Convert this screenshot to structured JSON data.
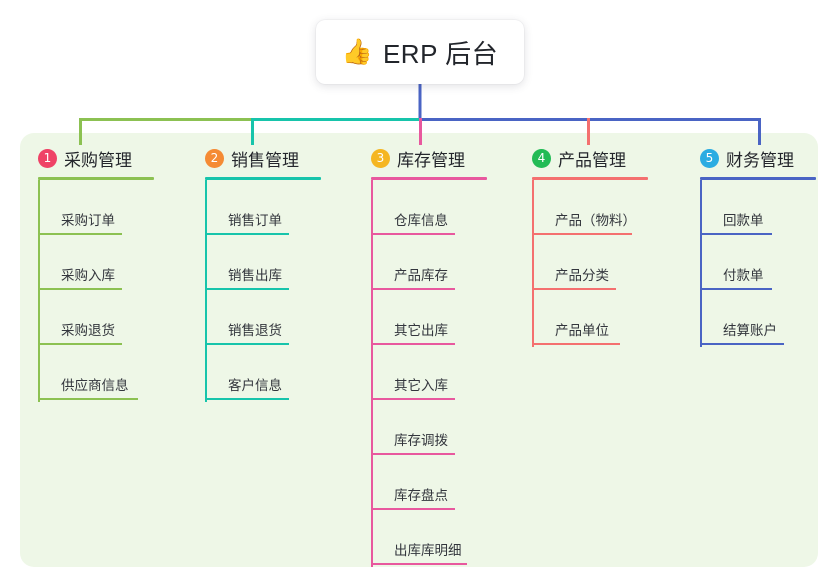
{
  "diagram": {
    "type": "mindmap",
    "root": {
      "icon": "thumbs-up-icon",
      "emoji": "👍",
      "title": "ERP 后台"
    },
    "panel_color": "#eef7e7",
    "branches": [
      {
        "number": "1",
        "badge_color": "#ef4266",
        "line_color": "#8cc152",
        "title": "采购管理",
        "rule_width": 116,
        "spine_height": 222,
        "items": [
          {
            "label": "采购订单",
            "rule_width": 84
          },
          {
            "label": "采购入库",
            "rule_width": 84
          },
          {
            "label": "采购退货",
            "rule_width": 84
          },
          {
            "label": "供应商信息",
            "rule_width": 100
          }
        ]
      },
      {
        "number": "2",
        "badge_color": "#f58b34",
        "line_color": "#17c4ab",
        "title": "销售管理",
        "rule_width": 116,
        "spine_height": 222,
        "items": [
          {
            "label": "销售订单",
            "rule_width": 84
          },
          {
            "label": "销售出库",
            "rule_width": 84
          },
          {
            "label": "销售退货",
            "rule_width": 84
          },
          {
            "label": "客户信息",
            "rule_width": 84
          }
        ]
      },
      {
        "number": "3",
        "badge_color": "#f5b622",
        "line_color": "#e8589e",
        "title": "库存管理",
        "rule_width": 116,
        "spine_height": 387,
        "items": [
          {
            "label": "仓库信息",
            "rule_width": 84
          },
          {
            "label": "产品库存",
            "rule_width": 84
          },
          {
            "label": "其它出库",
            "rule_width": 84
          },
          {
            "label": "其它入库",
            "rule_width": 84
          },
          {
            "label": "库存调拨",
            "rule_width": 84
          },
          {
            "label": "库存盘点",
            "rule_width": 84
          },
          {
            "label": "出库库明细",
            "rule_width": 96
          }
        ]
      },
      {
        "number": "4",
        "badge_color": "#22bb55",
        "line_color": "#f4706f",
        "title": "产品管理",
        "rule_width": 116,
        "spine_height": 167,
        "items": [
          {
            "label": "产品（物料）",
            "rule_width": 100
          },
          {
            "label": "产品分类",
            "rule_width": 84
          },
          {
            "label": "产品单位",
            "rule_width": 88
          }
        ]
      },
      {
        "number": "5",
        "badge_color": "#2bace2",
        "line_color": "#4a64c4",
        "title": "财务管理",
        "rule_width": 116,
        "spine_height": 167,
        "items": [
          {
            "label": "回款单",
            "rule_width": 72
          },
          {
            "label": "付款单",
            "rule_width": 72
          },
          {
            "label": "结算账户",
            "rule_width": 84
          }
        ]
      }
    ],
    "connectors": {
      "root_stem_color": "#4a64c4",
      "bus_segments": [
        {
          "color": "#8cc152"
        },
        {
          "color": "#17c4ab"
        },
        {
          "color": "#4a64c4"
        }
      ]
    }
  }
}
